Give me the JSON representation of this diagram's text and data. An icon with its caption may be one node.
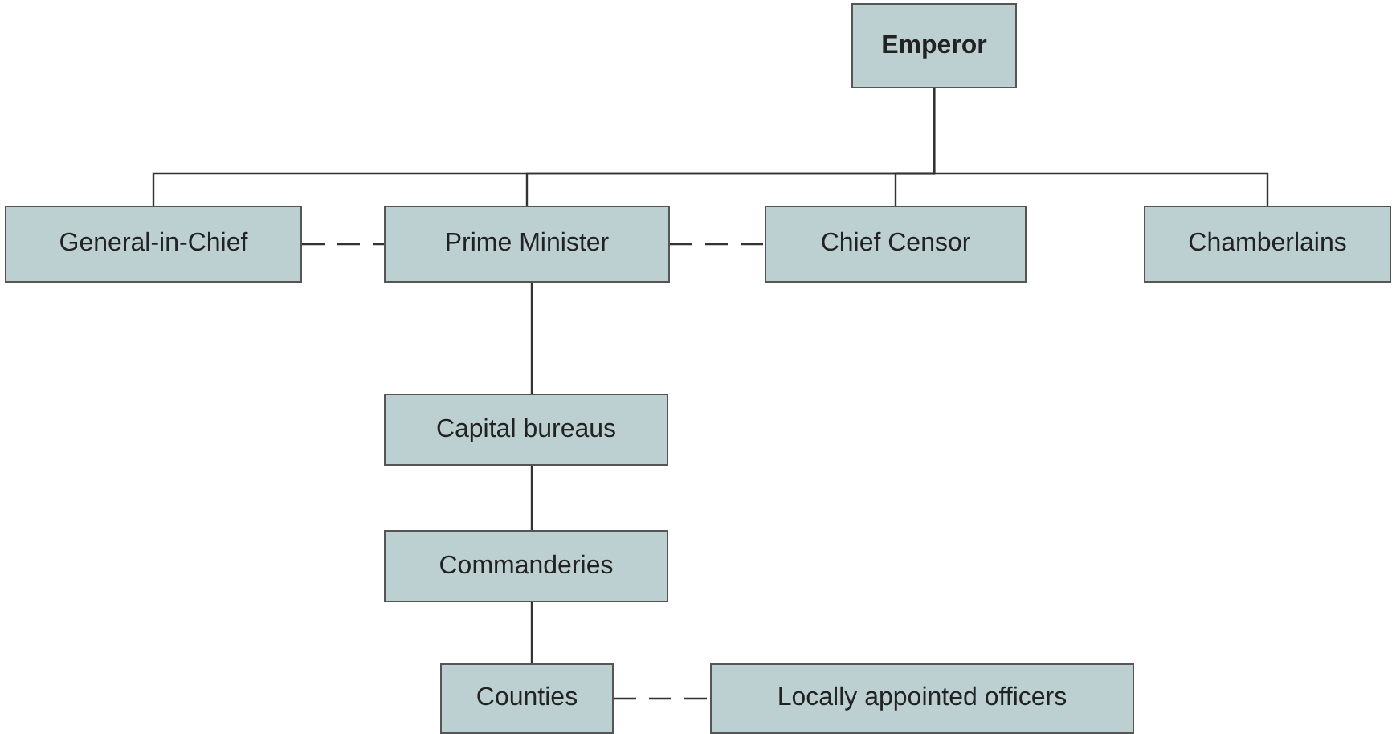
{
  "diagram": {
    "nodes": [
      {
        "text": [
          "Emperor"
        ]
      },
      {
        "text": [
          "General-in-Chief"
        ]
      },
      {
        "text": [
          "Prime Minister"
        ]
      },
      {
        "text": [
          "Chief Censor"
        ]
      },
      {
        "text": [
          "Chamberlains"
        ]
      },
      {
        "text": [
          "Capital bureaus"
        ]
      },
      {
        "text": [
          "Commanderies"
        ]
      },
      {
        "text": [
          "Counties"
        ]
      },
      {
        "text": [
          "Locally appointed officers"
        ]
      }
    ],
    "edges": [
      {
        "from": 0,
        "to": 1,
        "arrow": "none"
      },
      {
        "from": 0,
        "to": 2,
        "arrow": "none"
      },
      {
        "from": 0,
        "to": 3,
        "arrow": "none"
      },
      {
        "from": 0,
        "to": 4,
        "arrow": "none"
      },
      {
        "from": 1,
        "to": 2,
        "arrow": "none",
        "style": "dashed"
      },
      {
        "from": 2,
        "to": 3,
        "arrow": "none",
        "style": "dashed"
      },
      {
        "from": 2,
        "to": 5,
        "arrow": "none"
      },
      {
        "from": 5,
        "to": 6,
        "arrow": "none"
      },
      {
        "from": 6,
        "to": 7,
        "arrow": "none"
      },
      {
        "from": 7,
        "to": 8,
        "arrow": "none",
        "style": "dashed"
      }
    ]
  }
}
